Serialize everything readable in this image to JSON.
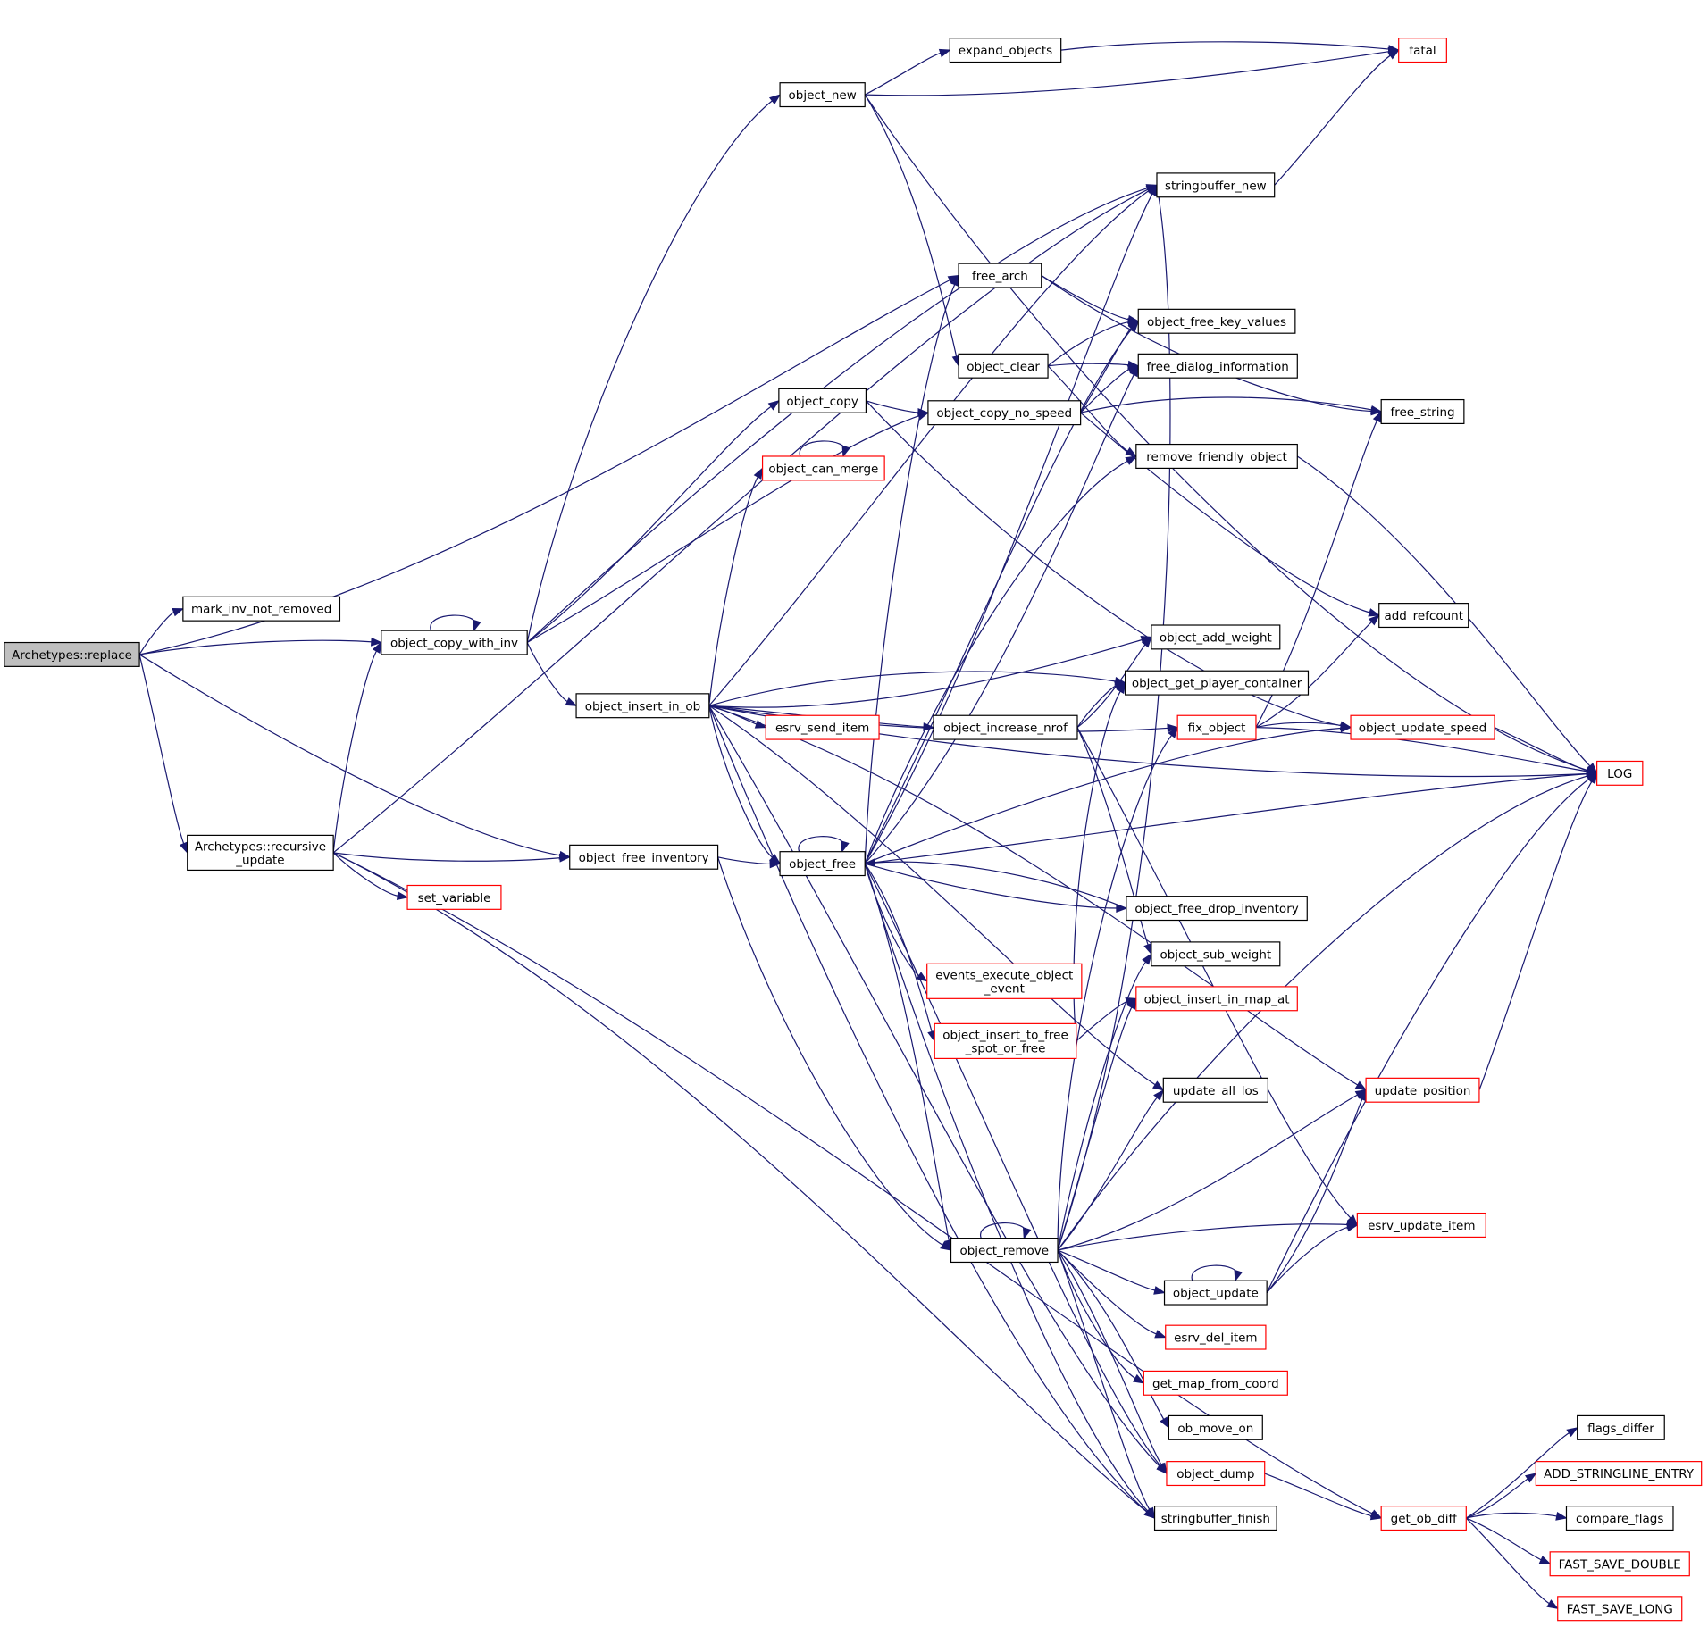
{
  "nodes": {
    "replace": {
      "label": [
        "Archetypes::replace"
      ],
      "style": "root"
    },
    "mark_inv": {
      "label": [
        "mark_inv_not_removed"
      ],
      "style": "normal"
    },
    "copy_with_inv": {
      "label": [
        "object_copy_with_inv"
      ],
      "style": "normal"
    },
    "recursive_update": {
      "label": [
        "Archetypes::recursive",
        "_update"
      ],
      "style": "normal"
    },
    "set_variable": {
      "label": [
        "set_variable"
      ],
      "style": "red"
    },
    "free_inventory": {
      "label": [
        "object_free_inventory"
      ],
      "style": "normal"
    },
    "object_new": {
      "label": [
        "object_new"
      ],
      "style": "normal"
    },
    "expand_objects": {
      "label": [
        "expand_objects"
      ],
      "style": "normal"
    },
    "fatal": {
      "label": [
        "fatal"
      ],
      "style": "red"
    },
    "stringbuffer_new": {
      "label": [
        "stringbuffer_new"
      ],
      "style": "normal"
    },
    "free_arch": {
      "label": [
        "free_arch"
      ],
      "style": "normal"
    },
    "free_key_values": {
      "label": [
        "object_free_key_values"
      ],
      "style": "normal"
    },
    "object_clear": {
      "label": [
        "object_clear"
      ],
      "style": "normal"
    },
    "free_dialog": {
      "label": [
        "free_dialog_information"
      ],
      "style": "normal"
    },
    "object_copy": {
      "label": [
        "object_copy"
      ],
      "style": "normal"
    },
    "copy_no_speed": {
      "label": [
        "object_copy_no_speed"
      ],
      "style": "normal"
    },
    "free_string": {
      "label": [
        "free_string"
      ],
      "style": "normal"
    },
    "can_merge": {
      "label": [
        "object_can_merge"
      ],
      "style": "red"
    },
    "remove_friendly": {
      "label": [
        "remove_friendly_object"
      ],
      "style": "normal"
    },
    "add_refcount": {
      "label": [
        "add_refcount"
      ],
      "style": "normal"
    },
    "add_weight": {
      "label": [
        "object_add_weight"
      ],
      "style": "normal"
    },
    "insert_in_ob": {
      "label": [
        "object_insert_in_ob"
      ],
      "style": "normal"
    },
    "get_player_container": {
      "label": [
        "object_get_player_container"
      ],
      "style": "normal"
    },
    "esrv_send_item": {
      "label": [
        "esrv_send_item"
      ],
      "style": "red"
    },
    "increase_nrof": {
      "label": [
        "object_increase_nrof"
      ],
      "style": "normal"
    },
    "fix_object": {
      "label": [
        "fix_object"
      ],
      "style": "red"
    },
    "update_speed": {
      "label": [
        "object_update_speed"
      ],
      "style": "red"
    },
    "LOG": {
      "label": [
        "LOG"
      ],
      "style": "red"
    },
    "object_free": {
      "label": [
        "object_free"
      ],
      "style": "normal"
    },
    "free_drop_inventory": {
      "label": [
        "object_free_drop_inventory"
      ],
      "style": "normal"
    },
    "events_execute": {
      "label": [
        "events_execute_object",
        "_event"
      ],
      "style": "red"
    },
    "sub_weight": {
      "label": [
        "object_sub_weight"
      ],
      "style": "normal"
    },
    "insert_to_free_spot": {
      "label": [
        "object_insert_to_free",
        "_spot_or_free"
      ],
      "style": "red"
    },
    "insert_in_map_at": {
      "label": [
        "object_insert_in_map_at"
      ],
      "style": "red"
    },
    "update_position": {
      "label": [
        "update_position"
      ],
      "style": "red"
    },
    "update_all_los": {
      "label": [
        "update_all_los"
      ],
      "style": "normal"
    },
    "esrv_update_item": {
      "label": [
        "esrv_update_item"
      ],
      "style": "red"
    },
    "object_remove": {
      "label": [
        "object_remove"
      ],
      "style": "normal"
    },
    "object_update": {
      "label": [
        "object_update"
      ],
      "style": "normal"
    },
    "esrv_del_item": {
      "label": [
        "esrv_del_item"
      ],
      "style": "red"
    },
    "get_map_from_coord": {
      "label": [
        "get_map_from_coord"
      ],
      "style": "red"
    },
    "ob_move_on": {
      "label": [
        "ob_move_on"
      ],
      "style": "normal"
    },
    "object_dump": {
      "label": [
        "object_dump"
      ],
      "style": "red"
    },
    "stringbuffer_finish": {
      "label": [
        "stringbuffer_finish"
      ],
      "style": "normal"
    },
    "get_ob_diff": {
      "label": [
        "get_ob_diff"
      ],
      "style": "red"
    },
    "flags_differ": {
      "label": [
        "flags_differ"
      ],
      "style": "normal"
    },
    "add_stringline": {
      "label": [
        "ADD_STRINGLINE_ENTRY"
      ],
      "style": "red"
    },
    "compare_flags": {
      "label": [
        "compare_flags"
      ],
      "style": "normal"
    },
    "fast_save_double": {
      "label": [
        "FAST_SAVE_DOUBLE"
      ],
      "style": "red"
    },
    "fast_save_long": {
      "label": [
        "FAST_SAVE_LONG"
      ],
      "style": "red"
    }
  },
  "edges": [
    [
      "replace",
      "mark_inv"
    ],
    [
      "replace",
      "copy_with_inv"
    ],
    [
      "replace",
      "recursive_update"
    ],
    [
      "replace",
      "free_inventory"
    ],
    [
      "replace",
      "free_arch"
    ],
    [
      "copy_with_inv",
      "object_new"
    ],
    [
      "copy_with_inv",
      "stringbuffer_new"
    ],
    [
      "copy_with_inv",
      "copy_no_speed"
    ],
    [
      "copy_with_inv",
      "object_copy"
    ],
    [
      "copy_with_inv",
      "insert_in_ob"
    ],
    [
      "copy_with_inv",
      "copy_with_inv"
    ],
    [
      "recursive_update",
      "copy_with_inv"
    ],
    [
      "recursive_update",
      "stringbuffer_new"
    ],
    [
      "recursive_update",
      "free_inventory"
    ],
    [
      "recursive_update",
      "set_variable"
    ],
    [
      "recursive_update",
      "stringbuffer_finish"
    ],
    [
      "recursive_update",
      "get_ob_diff"
    ],
    [
      "object_new",
      "expand_objects"
    ],
    [
      "object_new",
      "fatal"
    ],
    [
      "object_new",
      "LOG"
    ],
    [
      "object_new",
      "object_clear"
    ],
    [
      "expand_objects",
      "fatal"
    ],
    [
      "stringbuffer_new",
      "fatal"
    ],
    [
      "free_arch",
      "free_key_values"
    ],
    [
      "free_arch",
      "free_string"
    ],
    [
      "object_clear",
      "free_key_values"
    ],
    [
      "object_clear",
      "free_dialog"
    ],
    [
      "object_clear",
      "remove_friendly"
    ],
    [
      "object_copy",
      "copy_no_speed"
    ],
    [
      "object_copy",
      "update_speed"
    ],
    [
      "copy_no_speed",
      "free_string"
    ],
    [
      "copy_no_speed",
      "free_dialog"
    ],
    [
      "copy_no_speed",
      "free_key_values"
    ],
    [
      "copy_no_speed",
      "add_refcount"
    ],
    [
      "can_merge",
      "can_merge"
    ],
    [
      "remove_friendly",
      "LOG"
    ],
    [
      "insert_in_ob",
      "can_merge"
    ],
    [
      "insert_in_ob",
      "stringbuffer_new"
    ],
    [
      "insert_in_ob",
      "LOG"
    ],
    [
      "insert_in_ob",
      "add_weight"
    ],
    [
      "insert_in_ob",
      "get_player_container"
    ],
    [
      "insert_in_ob",
      "esrv_send_item"
    ],
    [
      "insert_in_ob",
      "increase_nrof"
    ],
    [
      "insert_in_ob",
      "fix_object"
    ],
    [
      "insert_in_ob",
      "object_free"
    ],
    [
      "insert_in_ob",
      "update_position"
    ],
    [
      "insert_in_ob",
      "update_all_los"
    ],
    [
      "insert_in_ob",
      "object_dump"
    ],
    [
      "insert_in_ob",
      "stringbuffer_finish"
    ],
    [
      "increase_nrof",
      "add_weight"
    ],
    [
      "increase_nrof",
      "get_player_container"
    ],
    [
      "increase_nrof",
      "sub_weight"
    ],
    [
      "increase_nrof",
      "esrv_update_item"
    ],
    [
      "fix_object",
      "free_string"
    ],
    [
      "fix_object",
      "add_refcount"
    ],
    [
      "fix_object",
      "update_speed"
    ],
    [
      "fix_object",
      "LOG"
    ],
    [
      "update_speed",
      "LOG"
    ],
    [
      "free_inventory",
      "object_free"
    ],
    [
      "free_inventory",
      "object_remove"
    ],
    [
      "object_free",
      "object_free"
    ],
    [
      "object_free",
      "free_arch"
    ],
    [
      "object_free",
      "free_key_values"
    ],
    [
      "object_free",
      "stringbuffer_new"
    ],
    [
      "object_free",
      "free_dialog"
    ],
    [
      "object_free",
      "remove_friendly"
    ],
    [
      "object_free",
      "update_speed"
    ],
    [
      "object_free",
      "LOG"
    ],
    [
      "object_free",
      "free_drop_inventory"
    ],
    [
      "object_free",
      "events_execute"
    ],
    [
      "object_free",
      "insert_to_free_spot"
    ],
    [
      "object_free",
      "object_remove"
    ],
    [
      "object_free",
      "object_dump"
    ],
    [
      "object_free",
      "stringbuffer_finish"
    ],
    [
      "free_drop_inventory",
      "object_free"
    ],
    [
      "insert_to_free_spot",
      "get_player_container"
    ],
    [
      "insert_to_free_spot",
      "insert_in_map_at"
    ],
    [
      "update_position",
      "LOG"
    ],
    [
      "object_remove",
      "object_remove"
    ],
    [
      "object_remove",
      "stringbuffer_new"
    ],
    [
      "object_remove",
      "fix_object"
    ],
    [
      "object_remove",
      "sub_weight"
    ],
    [
      "object_remove",
      "insert_in_map_at"
    ],
    [
      "object_remove",
      "update_all_los"
    ],
    [
      "object_remove",
      "update_position"
    ],
    [
      "object_remove",
      "LOG"
    ],
    [
      "object_remove",
      "esrv_update_item"
    ],
    [
      "object_remove",
      "object_update"
    ],
    [
      "object_remove",
      "esrv_del_item"
    ],
    [
      "object_remove",
      "get_map_from_coord"
    ],
    [
      "object_remove",
      "ob_move_on"
    ],
    [
      "object_remove",
      "object_dump"
    ],
    [
      "object_remove",
      "stringbuffer_finish"
    ],
    [
      "object_update",
      "object_update"
    ],
    [
      "object_update",
      "update_position"
    ],
    [
      "object_update",
      "esrv_update_item"
    ],
    [
      "object_update",
      "LOG"
    ],
    [
      "object_dump",
      "get_ob_diff"
    ],
    [
      "get_ob_diff",
      "flags_differ"
    ],
    [
      "get_ob_diff",
      "add_stringline"
    ],
    [
      "get_ob_diff",
      "compare_flags"
    ],
    [
      "get_ob_diff",
      "fast_save_double"
    ],
    [
      "get_ob_diff",
      "fast_save_long"
    ]
  ]
}
